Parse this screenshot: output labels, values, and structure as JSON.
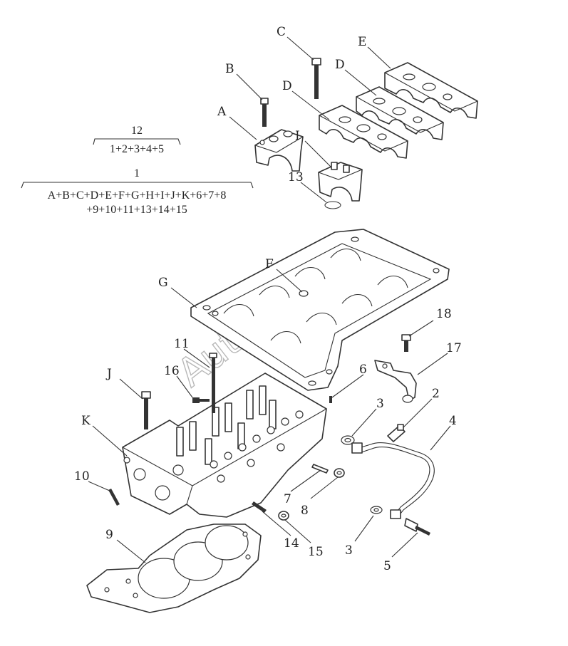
{
  "formulas": {
    "assembly_12": {
      "number": "12",
      "components": "1+2+3+4+5"
    },
    "assembly_1": {
      "number": "1",
      "line1": "A+B+C+D+E+F+G+H+I+J+K+6+7+8",
      "line2": "+9+10+11+13+14+15"
    }
  },
  "watermark": "AutoSoft",
  "callouts": {
    "A": "A",
    "B": "B",
    "C": "C",
    "D1": "D",
    "D2": "D",
    "E": "E",
    "F": "F",
    "G": "G",
    "I": "I",
    "J": "J",
    "K": "K",
    "n2": "2",
    "n3a": "3",
    "n3b": "3",
    "n4": "4",
    "n5": "5",
    "n6": "6",
    "n7": "7",
    "n8": "8",
    "n9": "9",
    "n10": "10",
    "n11": "11",
    "n13": "13",
    "n14": "14",
    "n15": "15",
    "n16": "16",
    "n17": "17",
    "n18": "18"
  }
}
